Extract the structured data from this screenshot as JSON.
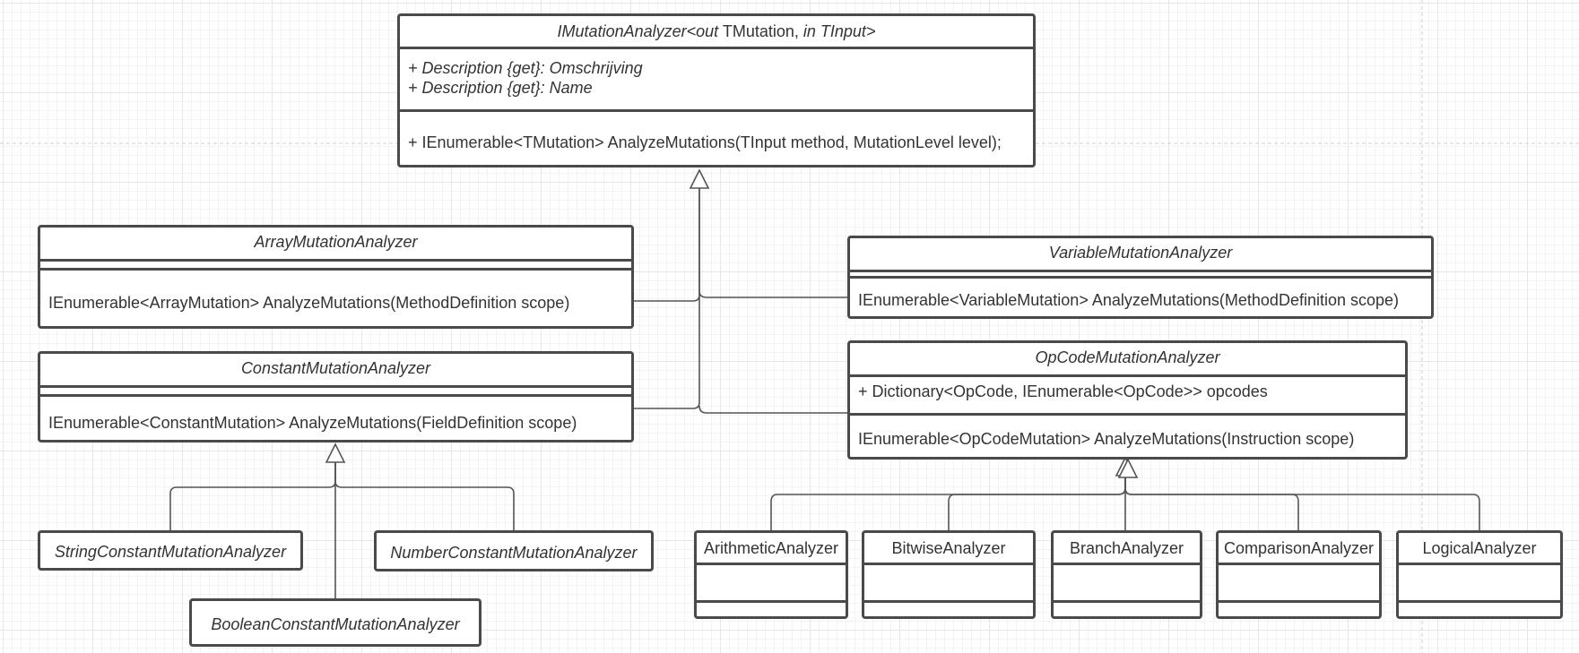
{
  "interface": {
    "title": {
      "name": "IMutationAnalyzer",
      "open": "<",
      "out_kw": "out",
      "t1": " TMutation, ",
      "in_kw": "in",
      "t2": " TInput",
      "close": ">"
    },
    "properties": [
      "+ Description {get}: Omschrijving",
      "+ Description {get}: Name"
    ],
    "method": "+ IEnumerable<TMutation> AnalyzeMutations(TInput method, MutationLevel level);"
  },
  "array_analyzer": {
    "title": "ArrayMutationAnalyzer",
    "method": "IEnumerable<ArrayMutation> AnalyzeMutations(MethodDefinition scope)"
  },
  "constant_analyzer": {
    "title": "ConstantMutationAnalyzer",
    "method": "IEnumerable<ConstantMutation> AnalyzeMutations(FieldDefinition scope)"
  },
  "variable_analyzer": {
    "title": "VariableMutationAnalyzer",
    "method": "IEnumerable<VariableMutation> AnalyzeMutations(MethodDefinition scope)"
  },
  "opcode_analyzer": {
    "title": "OpCodeMutationAnalyzer",
    "field": "+ Dictionary<OpCode, IEnumerable<OpCode>> opcodes",
    "method": "IEnumerable<OpCodeMutation> AnalyzeMutations(Instruction scope)"
  },
  "constant_subclasses": {
    "string": "StringConstantMutationAnalyzer",
    "number": "NumberConstantMutationAnalyzer",
    "boolean": "BooleanConstantMutationAnalyzer"
  },
  "opcode_subclasses": {
    "arithmetic": "ArithmeticAnalyzer",
    "bitwise": "BitwiseAnalyzer",
    "branch": "BranchAnalyzer",
    "comparison": "ComparisonAnalyzer",
    "logical": "LogicalAnalyzer"
  },
  "colors": {
    "border": "#4a4a4a",
    "text": "#333333",
    "grid": "#e6e6e6"
  }
}
